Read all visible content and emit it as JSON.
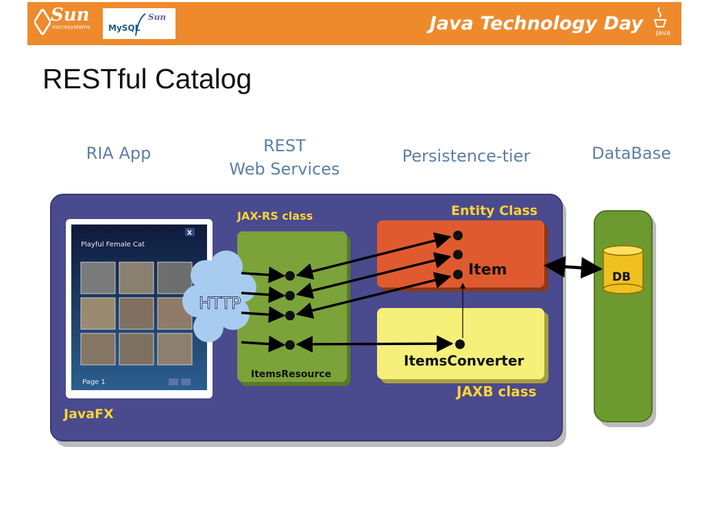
{
  "header": {
    "sun_logo_text": "Sun",
    "sun_logo_sub": "microsystems",
    "mysql_logo_text": "MySQL",
    "mysql_sun_text": "Sun",
    "banner_title": "Java Technology Day",
    "java_text": "Java"
  },
  "slide": {
    "title": "RESTful Catalog"
  },
  "tiers": {
    "ria": "RIA App",
    "rest_line1": "REST",
    "rest_line2": "Web Services",
    "persistence": "Persistence-tier",
    "database": "DataBase"
  },
  "diagram": {
    "jaxrs_label": "JAX-RS class",
    "entity_label": "Entity Class",
    "item_label": "Item",
    "db_label": "DB",
    "converter_label": "ItemsConverter",
    "jaxb_label": "JAXB class",
    "resource_label": "ItemsResource",
    "javafx_label": "JavaFX",
    "http_label": "HTTP",
    "app_window_title": "Playful Female Cat",
    "app_page": "Page 1",
    "app_close": "X"
  },
  "colors": {
    "banner": "#ee8a2c",
    "panel": "#4a4a8e",
    "jaxrs_box": "#7ba33a",
    "entity_box": "#e05a30",
    "jaxb_box": "#f5f07a",
    "db_column": "#6d9a2f",
    "label_gold": "#ffd533"
  }
}
